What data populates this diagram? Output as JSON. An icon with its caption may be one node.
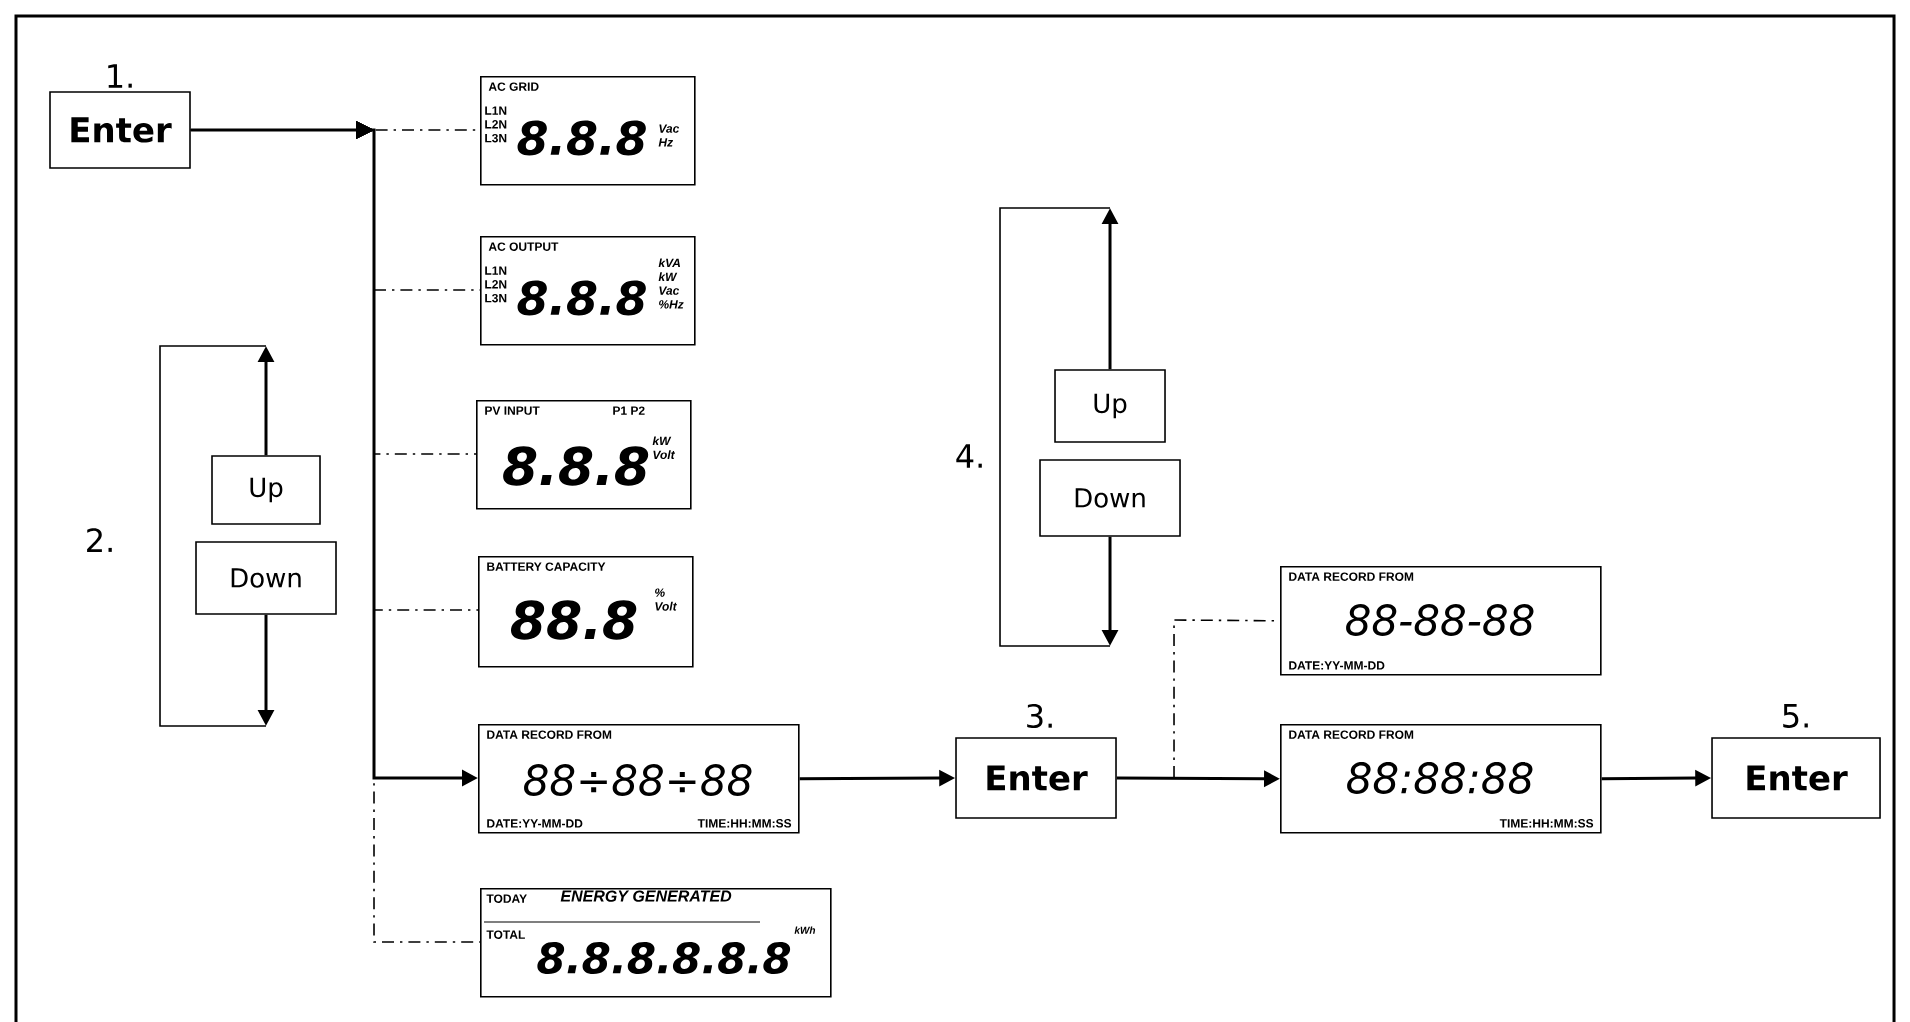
{
  "diagram": {
    "nodes": [
      {
        "text": [
          "Enter"
        ],
        "beside": [
          "1."
        ]
      },
      {
        "text": [
          "AC GRID",
          "L1N L2N L3N",
          "8.8.8",
          "Vac Hz"
        ]
      },
      {
        "text": [
          "AC OUTPUT",
          "L1N L2N L3N",
          "8.8.8",
          "kVA kW Vac %Hz"
        ]
      },
      {
        "text": [
          "PV INPUT",
          "P1 P2",
          "8.8.8",
          "kW Volt"
        ]
      },
      {
        "text": [
          "BATTERY CAPACITY",
          "88.8",
          "% Volt"
        ]
      },
      {
        "text": [
          "DATA RECORD FROM",
          "88÷88÷88",
          "DATE:YY-MM-DD",
          "TIME:HH:MM:SS"
        ]
      },
      {
        "text": [
          "TODAY",
          "ENERGY GENERATED",
          "TOTAL",
          "8.8.8.8.8.8",
          "kWh"
        ]
      },
      {
        "text": [
          "Up"
        ]
      },
      {
        "text": [
          "Down"
        ]
      },
      {
        "text": [
          "Enter"
        ],
        "beside": [
          "3."
        ]
      },
      {
        "text": [
          "DATA RECORD FROM",
          "88-88-88",
          "DATE:YY-MM-DD"
        ]
      },
      {
        "text": [
          "DATA RECORD FROM",
          "88:88:88",
          "TIME:HH:MM:SS"
        ]
      },
      {
        "text": [
          "Enter"
        ],
        "beside": [
          "5."
        ]
      },
      {
        "text": [
          "Up"
        ]
      },
      {
        "text": [
          "Down"
        ]
      }
    ],
    "edges": [
      {
        "from": 0,
        "to": 1,
        "arrow": "to",
        "style": "dashed"
      },
      {
        "from": 0,
        "to": 2,
        "arrow": "to",
        "style": "dashed"
      },
      {
        "from": 0,
        "to": 3,
        "arrow": "to",
        "style": "dashed"
      },
      {
        "from": 0,
        "to": 4,
        "arrow": "to",
        "style": "dashed"
      },
      {
        "from": 0,
        "to": 5,
        "arrow": "to"
      },
      {
        "from": 0,
        "to": 6,
        "arrow": "to",
        "style": "dashed"
      },
      {
        "from": 7,
        "to": null,
        "arrow": "to"
      },
      {
        "from": 8,
        "to": null,
        "arrow": "to"
      },
      {
        "from": 5,
        "to": 9,
        "arrow": "to"
      },
      {
        "from": 9,
        "to": 10,
        "arrow": "none",
        "style": "dashed"
      },
      {
        "from": 9,
        "to": 11,
        "arrow": "to"
      },
      {
        "from": 11,
        "to": 12,
        "arrow": "to"
      },
      {
        "from": 13,
        "to": null,
        "arrow": "to"
      },
      {
        "from": 14,
        "to": null,
        "arrow": "to"
      }
    ],
    "labels": [
      "2.",
      "4."
    ]
  }
}
